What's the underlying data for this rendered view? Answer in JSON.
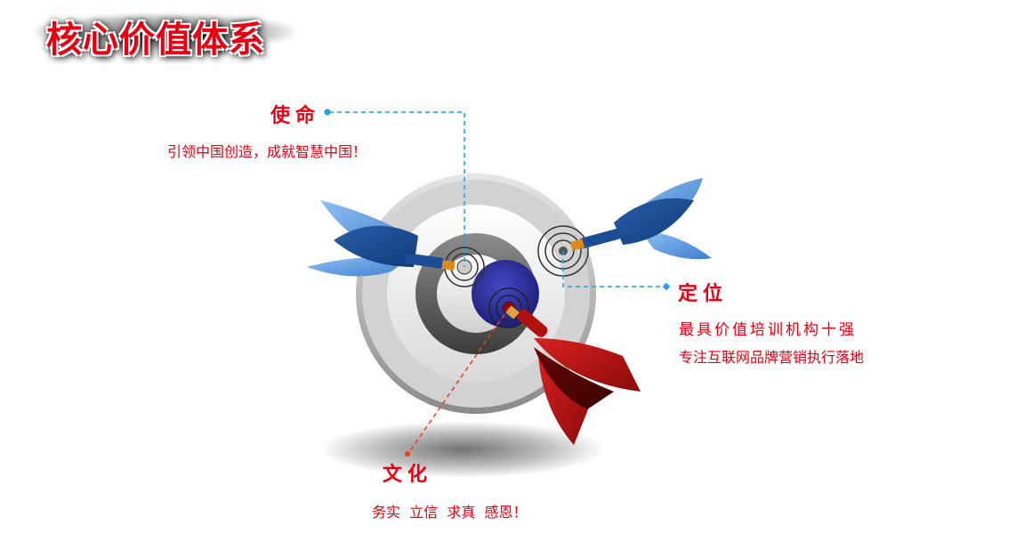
{
  "title": "核心价值体系",
  "colors": {
    "accent_red": "#e60012",
    "connector_blue": "#1aa3e8",
    "connector_red": "#e8401a",
    "dart_blue": "#1f5aa6",
    "dart_light_blue": "#5b9be0",
    "dart_red": "#b01010",
    "bullseye": "#2b2f9a"
  },
  "mission": {
    "heading": "使命",
    "text": "引领中国创造，成就智慧中国！"
  },
  "positioning": {
    "heading": "定位",
    "line1": "最具价值培训机构十强",
    "line2": "专注互联网品牌营销执行落地"
  },
  "culture": {
    "heading": "文化",
    "text": "务实  立信  求真  感恩！"
  },
  "icons": [
    "target-icon",
    "dart-icon"
  ]
}
